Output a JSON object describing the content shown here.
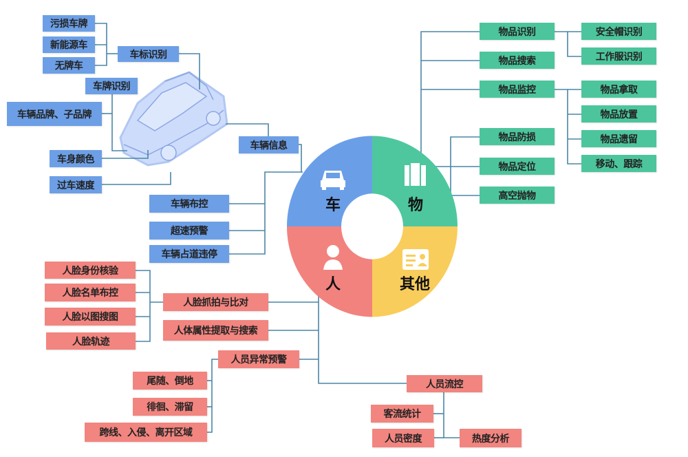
{
  "center": {
    "segments": [
      {
        "label": "车",
        "icon": "car-icon",
        "color": "#6a9fe8"
      },
      {
        "label": "物",
        "icon": "luggage-icon",
        "color": "#4ec79e"
      },
      {
        "label": "人",
        "icon": "person-icon",
        "color": "#f2827e"
      },
      {
        "label": "其他",
        "icon": "id-card-icon",
        "color": "#f9cd5b"
      }
    ]
  },
  "vehicle": {
    "logo_recognition": "车标识别",
    "logo_children": [
      "污损车牌",
      "新能源车",
      "无牌车"
    ],
    "plate_recognition": "车牌识别",
    "brand": "车辆品牌、子品牌",
    "body_color": "车身颜色",
    "speed": "过车速度",
    "info": "车辆信息",
    "control": "车辆布控",
    "overspeed": "超速预警",
    "illegal_parking": "车辆占道违停"
  },
  "object": {
    "items": [
      "物品识别",
      "物品搜索",
      "物品监控",
      "物品防损",
      "物品定位",
      "高空抛物"
    ],
    "recognition_children": [
      "安全帽识别",
      "工作服识别"
    ],
    "monitor_children": [
      "物品拿取",
      "物品放置",
      "物品遗留",
      "移动、跟踪"
    ]
  },
  "person": {
    "face_children": [
      "人脸身份核验",
      "人脸名单布控",
      "人脸以图搜图",
      "人脸轨迹"
    ],
    "face_capture": "人脸抓拍与比对",
    "body_attr": "人体属性提取与搜索",
    "abnormal": "人员异常预警",
    "abnormal_children": [
      "尾随、倒地",
      "徘徊、滞留",
      "跨线、入侵、离开区域"
    ],
    "flow": "人员流控",
    "flow_children": [
      "客流统计",
      "人员密度",
      "热度分析"
    ]
  },
  "colors": {
    "vehicle": "#6c9fe6",
    "object": "#4cc59d",
    "person": "#f2857f",
    "other": "#f9cd5b",
    "line": "#4a86a6"
  }
}
